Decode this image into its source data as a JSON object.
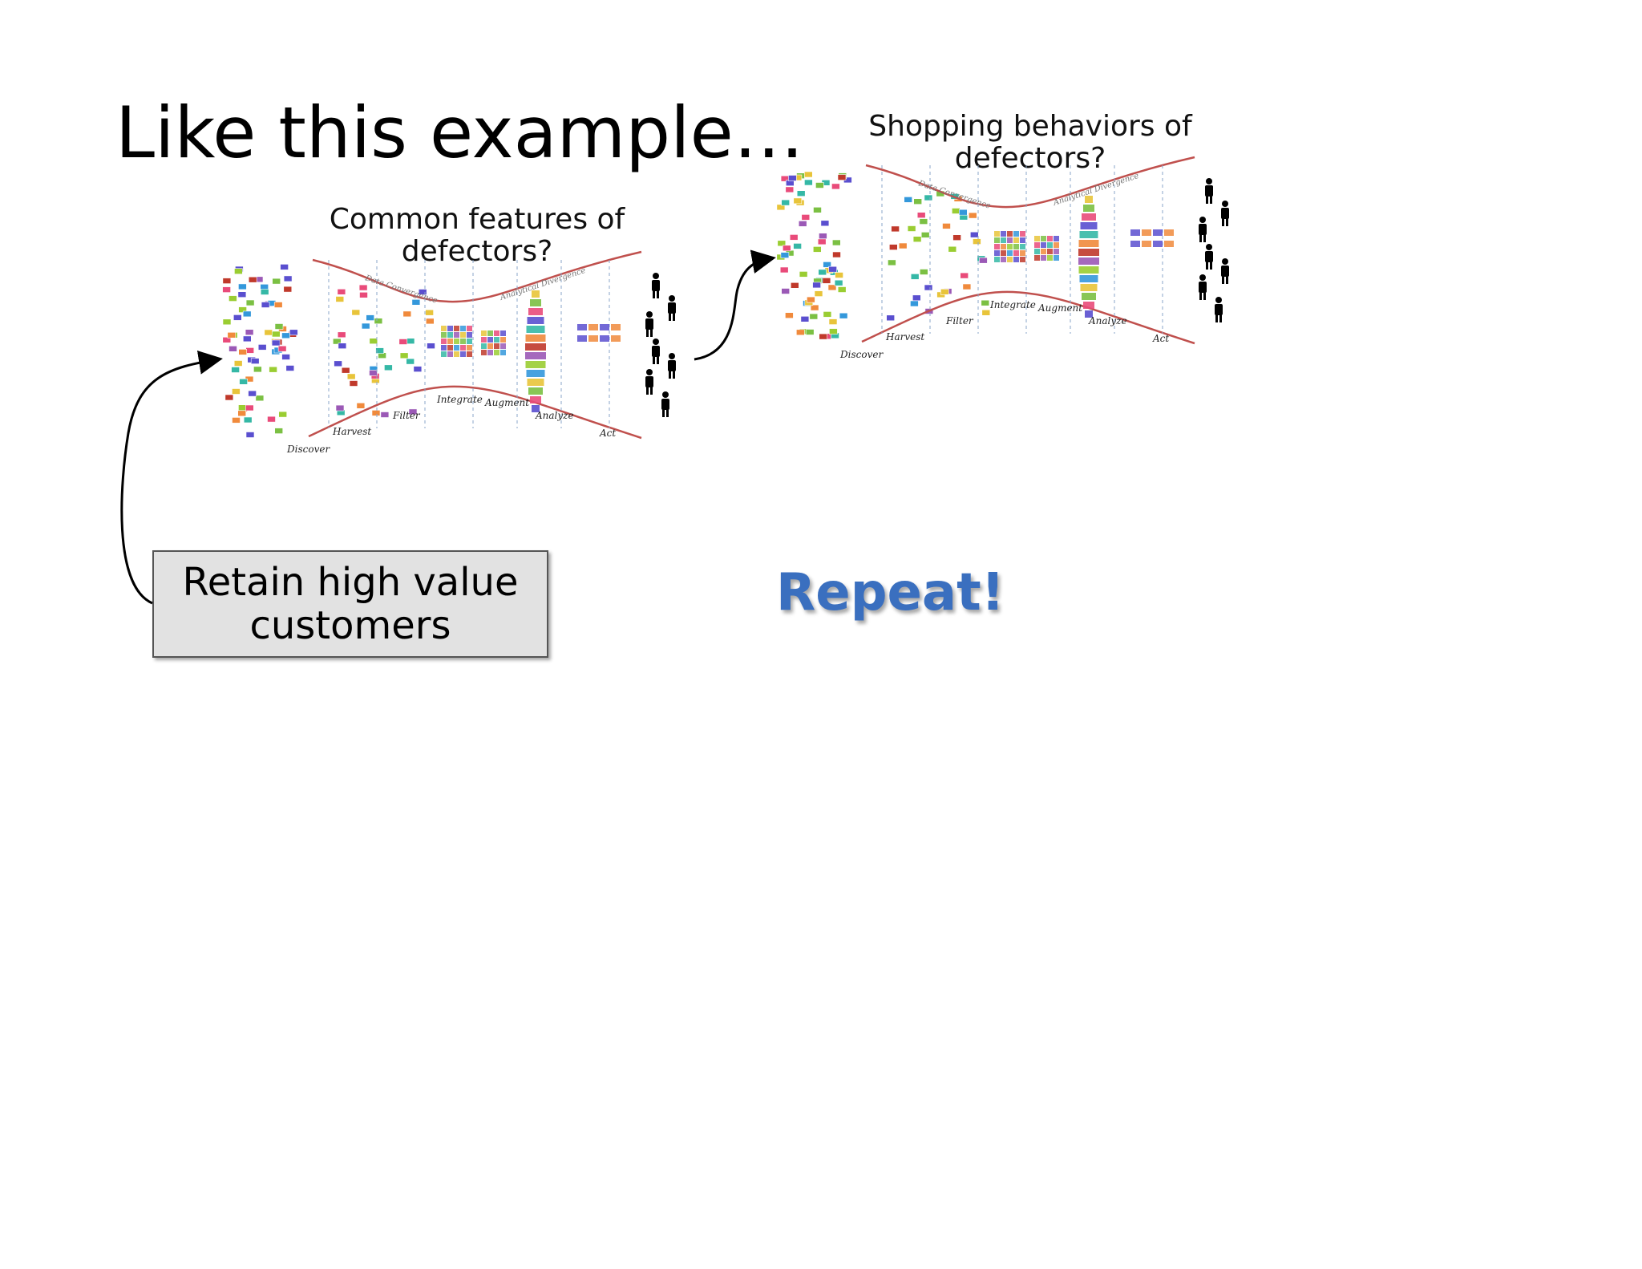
{
  "slide": {
    "title": "Like this example…"
  },
  "diagrams": [
    {
      "caption": "Common features of defectors?",
      "zones": [
        "Data Convergence",
        "Analytical Divergence"
      ],
      "stages": [
        "Discover",
        "Harvest",
        "Filter",
        "Integrate",
        "Augment",
        "Analyze",
        "Act"
      ]
    },
    {
      "caption": "Shopping behaviors of defectors?",
      "zones": [
        "Data Convergence",
        "Analytical Divergence"
      ],
      "stages": [
        "Discover",
        "Harvest",
        "Filter",
        "Integrate",
        "Augment",
        "Analyze",
        "Act"
      ]
    }
  ],
  "retain_box": {
    "text": "Retain high value customers"
  },
  "repeat": {
    "text": "Repeat!"
  },
  "colors": {
    "repeat_text": "#3a6fbf",
    "funnel_line": "#c0504d",
    "box_fill": "#e2e2e2",
    "block_palette": [
      "#e8c43a",
      "#7bc043",
      "#e94b7a",
      "#5a4fcf",
      "#35b8a6",
      "#f08a3c",
      "#c0392b",
      "#9b59b6",
      "#9acd32",
      "#3498db"
    ]
  }
}
